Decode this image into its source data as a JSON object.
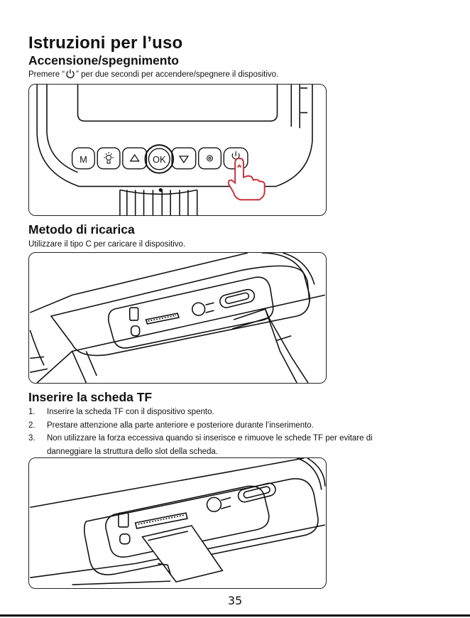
{
  "page_title": "Istruzioni per l’uso",
  "sections": {
    "power": {
      "heading": "Accensione/spegnimento",
      "text_before": "Premere “",
      "text_after": "” per due secondi per accendere/spegnere il dispositivo.",
      "icon": "power-icon",
      "buttons": [
        "M",
        "OK"
      ]
    },
    "charging": {
      "heading": "Metodo di ricarica",
      "text": "Utilizzare il tipo C per caricare il dispositivo."
    },
    "tfcard": {
      "heading": "Inserire la scheda TF",
      "items": [
        {
          "num": "1.",
          "text": "Inserire la scheda TF con il dispositivo spento."
        },
        {
          "num": "2.",
          "text": "Prestare attenzione alla parte anteriore e posteriore durante l’inserimento."
        },
        {
          "num": "3.",
          "text": "Non utilizzare la forza eccessiva quando si inserisce e rimuove le schede TF per evitare di",
          "continuation": "danneggiare la struttura dello slot della scheda."
        }
      ]
    }
  },
  "page_number": "35",
  "colors": {
    "accent": "#c8323a",
    "ink": "#111111"
  }
}
